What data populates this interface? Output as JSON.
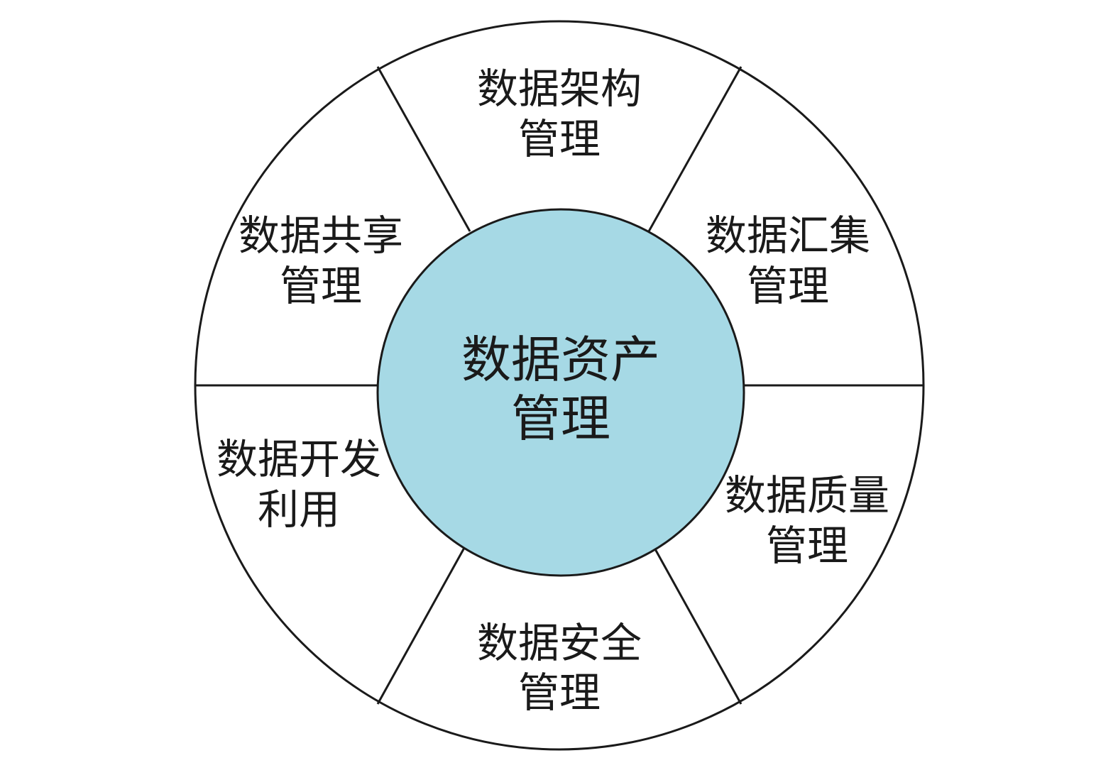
{
  "colors": {
    "stroke": "#1a1a1a",
    "ring_fill": "#ffffff",
    "hub_fill": "#a6d9e5",
    "text": "#1a1a1a"
  },
  "hub": {
    "line1": "数据资产",
    "line2": "管理"
  },
  "segments": [
    {
      "id": "architecture",
      "line1": "数据架构",
      "line2": "管理"
    },
    {
      "id": "collection",
      "line1": "数据汇集",
      "line2": "管理"
    },
    {
      "id": "quality",
      "line1": "数据质量",
      "line2": "管理"
    },
    {
      "id": "security",
      "line1": "数据安全",
      "line2": "管理"
    },
    {
      "id": "development",
      "line1": "数据开发",
      "line2": "利用"
    },
    {
      "id": "sharing",
      "line1": "数据共享",
      "line2": "管理"
    }
  ]
}
